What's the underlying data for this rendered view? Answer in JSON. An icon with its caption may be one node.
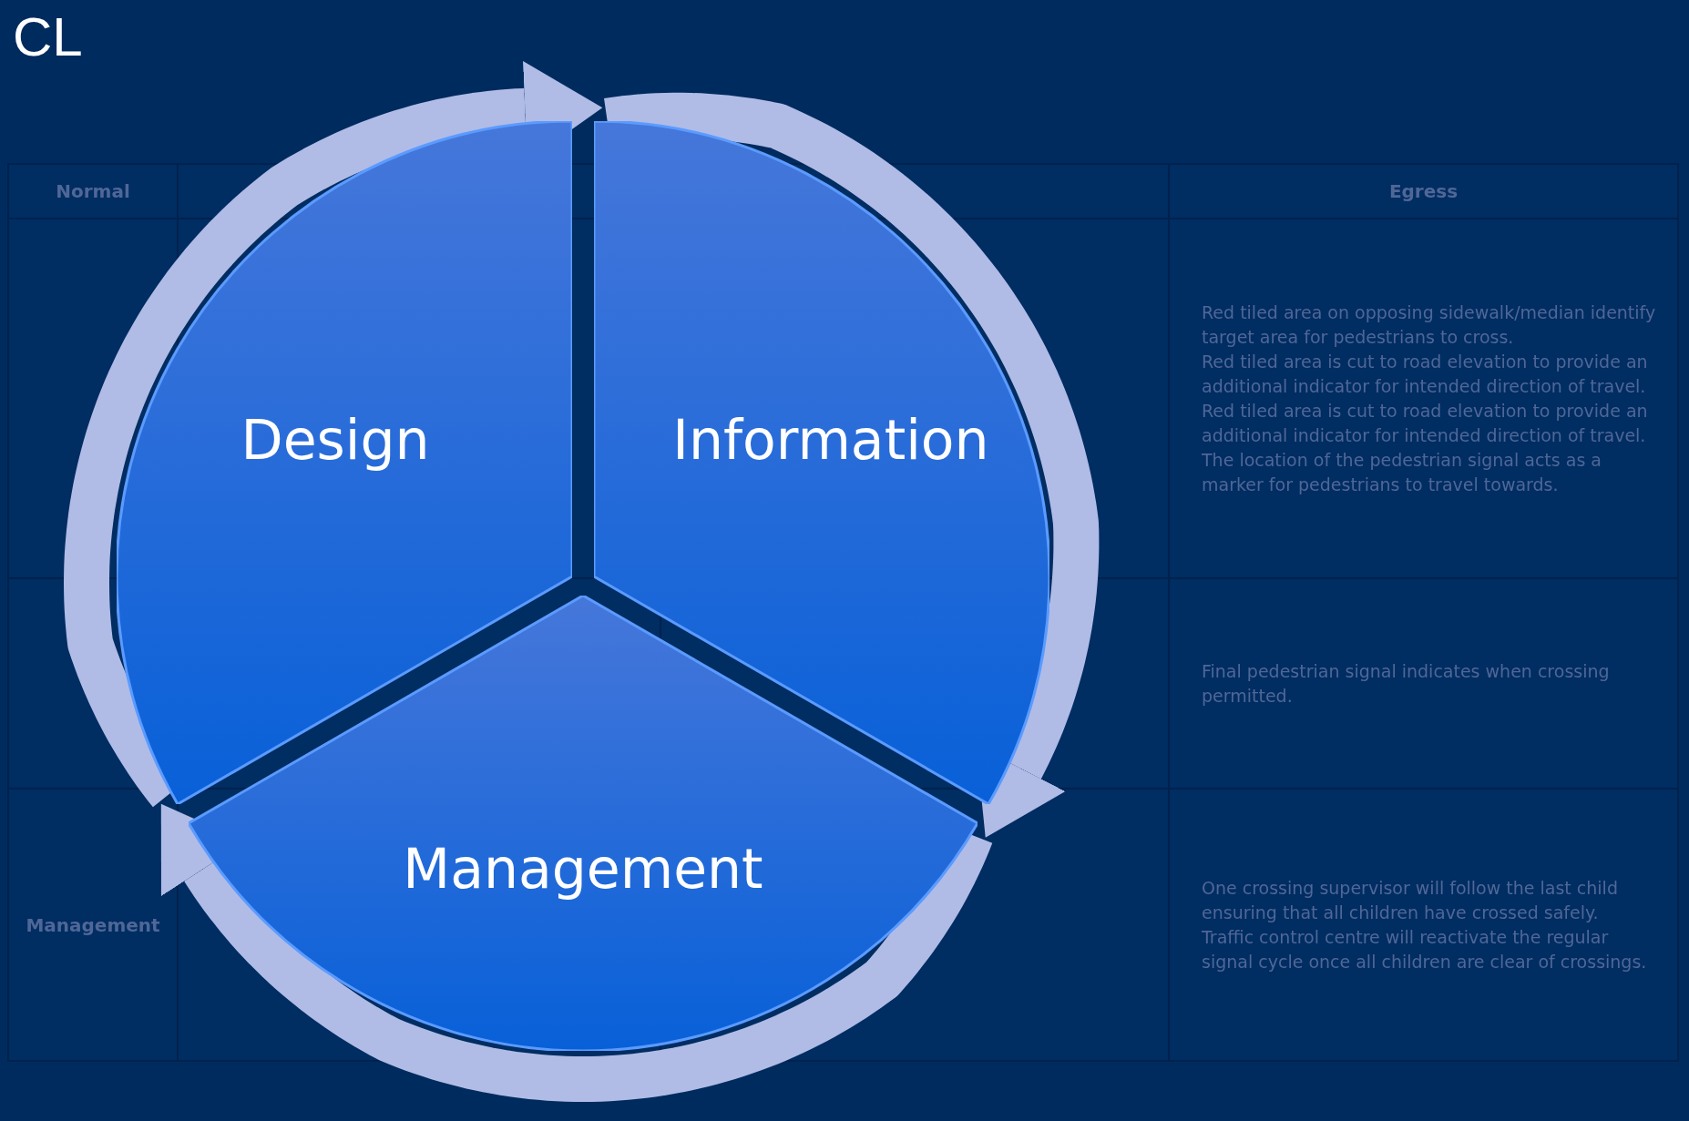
{
  "diagram": {
    "title": "CL",
    "nodes": [
      {
        "text": [
          "Design"
        ]
      },
      {
        "text": [
          "Information"
        ]
      },
      {
        "text": [
          "Management"
        ]
      }
    ],
    "edges": [
      {
        "from": 0,
        "to": 1,
        "arrow": "to"
      },
      {
        "from": 1,
        "to": 2,
        "arrow": "to"
      },
      {
        "from": 2,
        "to": 0,
        "arrow": "to"
      }
    ],
    "labels": [
      "Normal",
      "Egress",
      "Red tiled area on opposing sidewalk/median identify target area for pedestrians to cross.",
      "Red tiled area is cut to road elevation to provide an additional indicator for intended direction of travel.",
      "Red tiled area is cut to road elevation to provide an additional indicator for intended direction of travel.",
      "The location of the pedestrian signal acts as a marker for pedestrians to travel towards.",
      "Final pedestrian signal indicates when crossing permitted.",
      "Management",
      "One crossing supervisor will follow the last child ensuring that all children have crossed safely.",
      "Traffic control centre will reactivate the regular signal cycle once all children are clear of crossings."
    ]
  }
}
